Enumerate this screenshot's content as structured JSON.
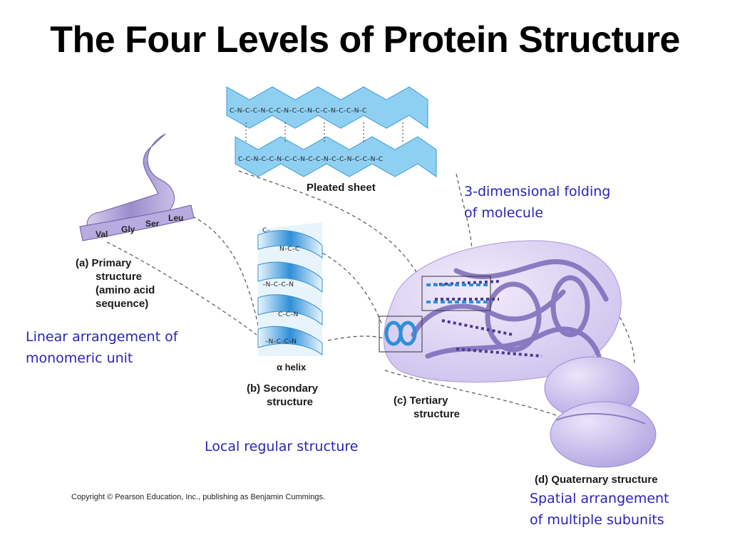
{
  "title": "The Four Levels of Protein Structure",
  "colors": {
    "accent_text": "#2b22b8",
    "ribbon": "#9b8ccc",
    "helix_blue": "#2f8fd8",
    "sheet_blue": "#6fc3ee",
    "subunit": "#c9bfee"
  },
  "primary": {
    "ribbon_residues": [
      "Val",
      "Gly",
      "Ser",
      "Leu"
    ],
    "label_letter": "(a)",
    "label_lines": [
      "Primary",
      "structure",
      "(amino acid",
      "sequence)"
    ]
  },
  "pleated_sheet": {
    "label": "Pleated sheet"
  },
  "alpha_helix": {
    "label": "α helix"
  },
  "secondary": {
    "label_letter": "(b)",
    "label_lines": [
      "Secondary",
      "structure"
    ]
  },
  "tertiary": {
    "label_letter": "(c)",
    "label_lines": [
      "Tertiary",
      "structure"
    ]
  },
  "quaternary": {
    "label": "(d) Quaternary structure"
  },
  "notes": {
    "linear": [
      "Linear arrangement of",
      "monomeric unit"
    ],
    "local": "Local regular structure",
    "folding": [
      "3-dimensional folding",
      "of molecule"
    ],
    "spatial": [
      "Spatial arrangement",
      "of multiple subunits"
    ]
  },
  "copyright": "Copyright © Pearson Education, Inc., publishing as Benjamin Cummings."
}
